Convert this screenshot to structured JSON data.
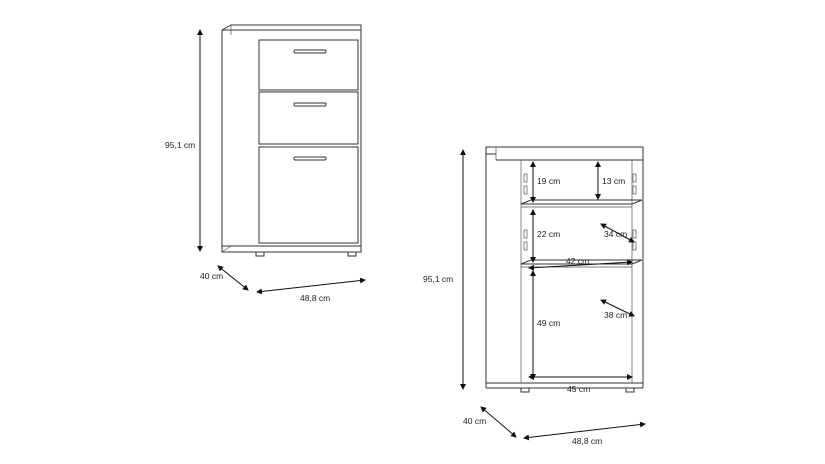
{
  "front_view": {
    "height_label": "95,1 cm",
    "depth_label": "40 cm",
    "width_label": "48,8 cm"
  },
  "open_view": {
    "height_label": "95,1 cm",
    "depth_label": "40 cm",
    "width_label": "48,8 cm",
    "top_compartment_height": "19 cm",
    "top_shelf_clearance": "13 cm",
    "middle_compartment_height": "22 cm",
    "shelf_depth": "34 cm",
    "shelf_width": "42 cm",
    "bottom_compartment_height": "49 cm",
    "bottom_depth": "38 cm",
    "inner_width": "45 cm"
  }
}
